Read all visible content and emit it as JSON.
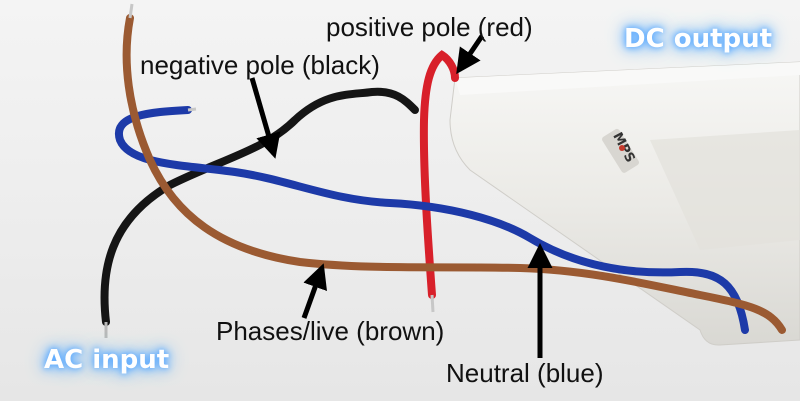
{
  "labels": {
    "positive_pole": "positive pole (red)",
    "negative_pole": "negative pole (black)",
    "phases_live": "Phases/live (brown)",
    "neutral": "Neutral (blue)"
  },
  "corner_labels": {
    "dc_output": "DC output",
    "ac_input": "AC input"
  },
  "device_brand": "MPS",
  "colors": {
    "red_wire": "#d8202a",
    "black_wire": "#151515",
    "brown_wire": "#9b5a32",
    "blue_wire": "#1d3aa8",
    "glow": "#5aa9ff",
    "housing": "#ecebe7"
  }
}
